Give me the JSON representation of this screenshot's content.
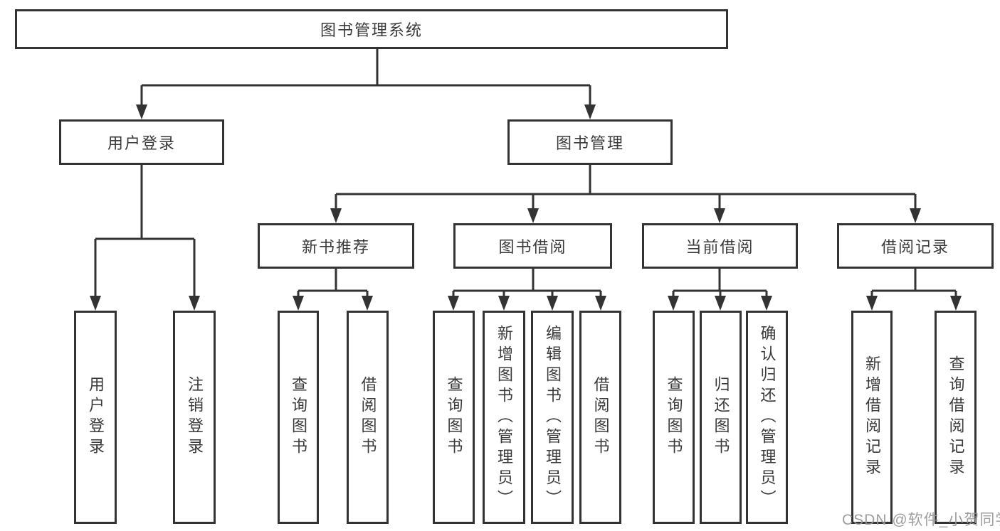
{
  "tree": {
    "root": {
      "label": "图书管理系统",
      "children": [
        {
          "label": "用户登录",
          "children": [
            {
              "label": "用户登录"
            },
            {
              "label": "注销登录"
            }
          ]
        },
        {
          "label": "图书管理",
          "children": [
            {
              "label": "新书推荐",
              "children": [
                {
                  "label": "查询图书"
                },
                {
                  "label": "借阅图书"
                }
              ]
            },
            {
              "label": "图书借阅",
              "children": [
                {
                  "label": "查询图书"
                },
                {
                  "label": "新增图书（管理员）"
                },
                {
                  "label": "编辑图书（管理员）"
                },
                {
                  "label": "借阅图书"
                }
              ]
            },
            {
              "label": "当前借阅",
              "children": [
                {
                  "label": "查询图书"
                },
                {
                  "label": "归还图书"
                },
                {
                  "label": "确认归还（管理员）"
                }
              ]
            },
            {
              "label": "借阅记录",
              "children": [
                {
                  "label": "新增借阅记录"
                },
                {
                  "label": "查询借阅记录"
                }
              ]
            }
          ]
        }
      ]
    }
  },
  "watermark": "CSDN @软件_小贺同学",
  "colors": {
    "line": "#333333",
    "text": "#3a3a3a",
    "watermark": "#969696",
    "background": "#ffffff"
  }
}
